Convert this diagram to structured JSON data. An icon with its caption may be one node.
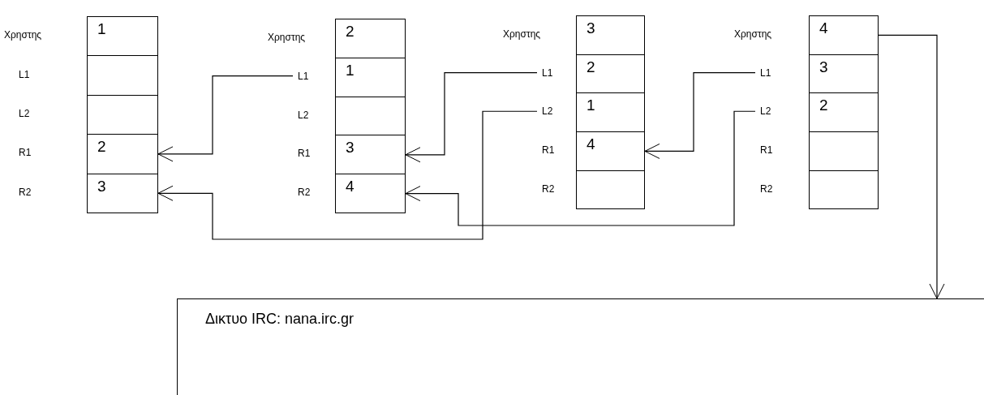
{
  "diagram": {
    "nodes": [
      {
        "text": [
          "Χρηστης"
        ]
      },
      {
        "text": [
          "1"
        ]
      },
      {
        "text": [
          "L1"
        ]
      },
      {
        "text": [],
        "shape": "box"
      },
      {
        "text": [
          "L2"
        ]
      },
      {
        "text": [],
        "shape": "box"
      },
      {
        "text": [
          "R1"
        ]
      },
      {
        "text": [
          "2"
        ]
      },
      {
        "text": [
          "R2"
        ]
      },
      {
        "text": [
          "3"
        ]
      },
      {
        "text": [
          "Χρηστης"
        ]
      },
      {
        "text": [
          "2"
        ]
      },
      {
        "text": [
          "L1"
        ]
      },
      {
        "text": [
          "1"
        ]
      },
      {
        "text": [
          "L2"
        ]
      },
      {
        "text": [],
        "shape": "box"
      },
      {
        "text": [
          "R1"
        ]
      },
      {
        "text": [
          "3"
        ]
      },
      {
        "text": [
          "R2"
        ]
      },
      {
        "text": [
          "4"
        ]
      },
      {
        "text": [
          "Χρηστης"
        ]
      },
      {
        "text": [
          "3"
        ]
      },
      {
        "text": [
          "L1"
        ]
      },
      {
        "text": [
          "2"
        ]
      },
      {
        "text": [
          "L2"
        ]
      },
      {
        "text": [
          "1"
        ]
      },
      {
        "text": [
          "R1"
        ]
      },
      {
        "text": [
          "4"
        ]
      },
      {
        "text": [
          "R2"
        ]
      },
      {
        "text": [],
        "shape": "box"
      },
      {
        "text": [
          "Χρηστης"
        ]
      },
      {
        "text": [
          "4"
        ]
      },
      {
        "text": [
          "L1"
        ]
      },
      {
        "text": [
          "3"
        ]
      },
      {
        "text": [
          "L2"
        ]
      },
      {
        "text": [
          "2"
        ]
      },
      {
        "text": [
          "R1"
        ]
      },
      {
        "text": [],
        "shape": "box"
      },
      {
        "text": [
          "R2"
        ]
      },
      {
        "text": [],
        "shape": "box"
      },
      {
        "text": [
          "Δικτυο IRC: nana.irc.gr"
        ]
      }
    ],
    "edges": [
      {
        "from": 12,
        "to": 7,
        "arrow": "to"
      },
      {
        "from": 24,
        "to": 9,
        "arrow": "to"
      },
      {
        "from": 22,
        "to": 17,
        "arrow": "to"
      },
      {
        "from": 32,
        "to": 27,
        "arrow": "to"
      },
      {
        "from": 34,
        "to": 19,
        "arrow": "to"
      },
      {
        "from": 31,
        "to": 40,
        "arrow": "to"
      }
    ]
  }
}
